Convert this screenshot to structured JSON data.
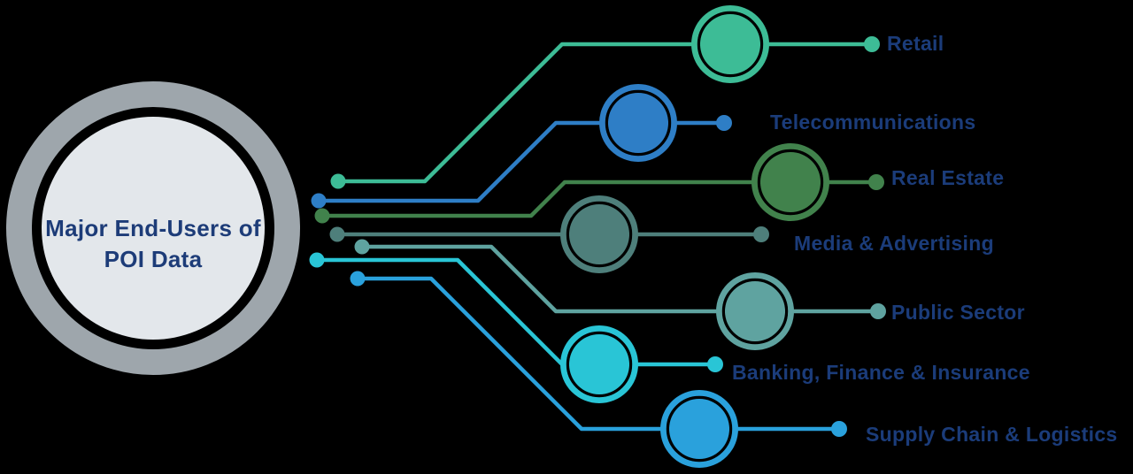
{
  "background_color": "#000000",
  "colors": {
    "label": "#1B3C7A"
  },
  "center": {
    "line1": "Major End-Users of",
    "line2": "POI Data",
    "text_color": "#1D3C78",
    "ring_color": "#9EA6AC",
    "fill_color": "#E3E7EB"
  },
  "branches": [
    {
      "id": "retail",
      "label": "Retail",
      "color": "#3DBC96"
    },
    {
      "id": "telecommunications",
      "label": "Telecommunications",
      "color": "#2E7EC6"
    },
    {
      "id": "real-estate",
      "label": "Real Estate",
      "color": "#41824C"
    },
    {
      "id": "media-advertising",
      "label": "Media & Advertising",
      "color": "#4E7F7B"
    },
    {
      "id": "public-sector",
      "label": "Public Sector",
      "color": "#5FA3A0"
    },
    {
      "id": "banking-finance-insurance",
      "label": "Banking, Finance & Insurance",
      "color": "#29C5D6"
    },
    {
      "id": "supply-chain-logistics",
      "label": "Supply Chain & Logistics",
      "color": "#2AA1DC"
    }
  ]
}
